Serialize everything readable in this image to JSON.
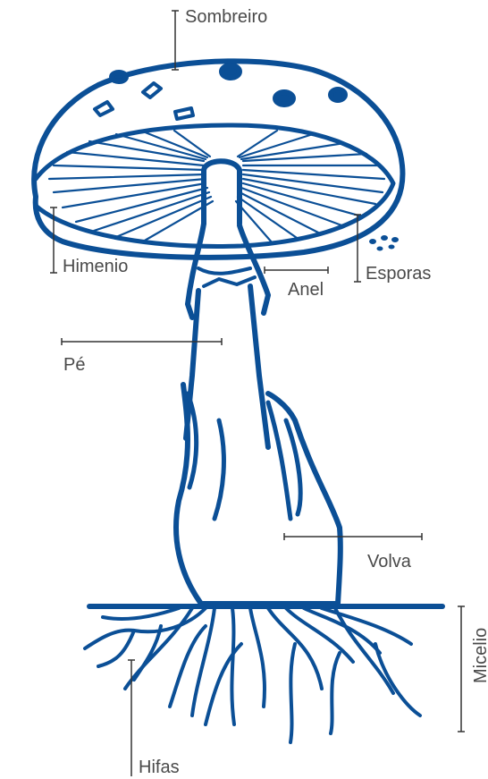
{
  "diagram": {
    "labels": {
      "sombreiro": "Sombreiro",
      "himenio": "Himenio",
      "anel": "Anel",
      "esporas": "Esporas",
      "pe": "Pé",
      "volva": "Volva",
      "micelio": "Micelio",
      "hifas": "Hifas"
    },
    "colors": {
      "ink": "#0b4f96",
      "text": "#4a4a4a",
      "leader": "#333333",
      "background": "#ffffff"
    }
  }
}
